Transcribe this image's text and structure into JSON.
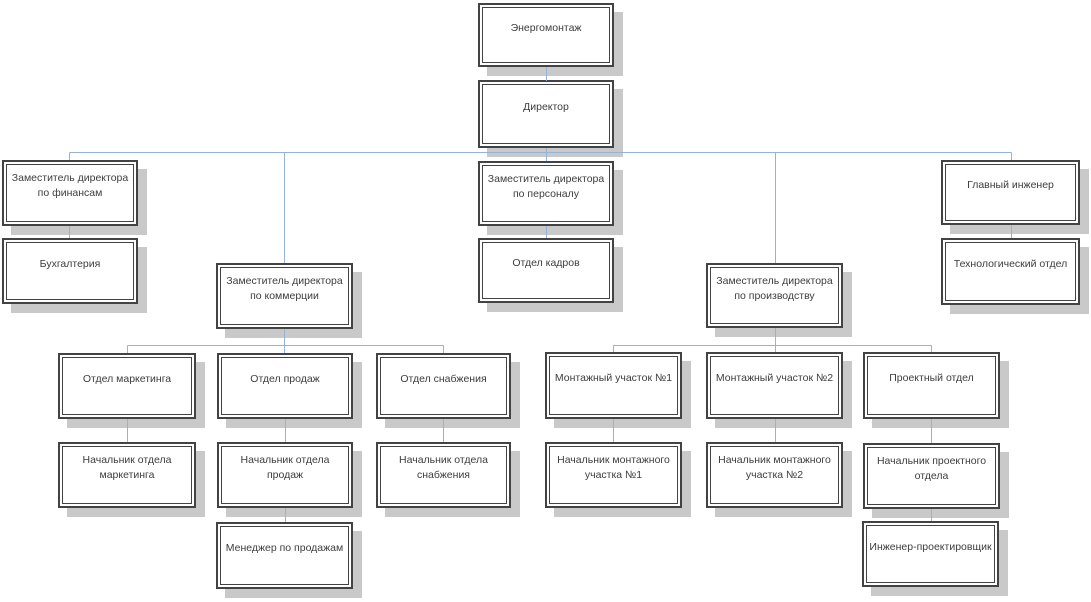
{
  "diagram": {
    "type": "org-chart",
    "nodes": {
      "company": {
        "label": "Энергомонтаж"
      },
      "director": {
        "label": "Директор"
      },
      "deputy_finance": {
        "label": "Заместитель директора по финансам"
      },
      "accounting": {
        "label": "Бухгалтерия"
      },
      "deputy_commerce": {
        "label": "Заместитель директора по коммерции"
      },
      "deputy_hr": {
        "label": "Заместитель директора по персоналу"
      },
      "hr_dept": {
        "label": "Отдел кадров"
      },
      "deputy_production": {
        "label": "Заместитель директора по производству"
      },
      "chief_engineer": {
        "label": "Главный инженер"
      },
      "tech_dept": {
        "label": "Технологический отдел"
      },
      "marketing_dept": {
        "label": "Отдел маркетинга"
      },
      "sales_dept": {
        "label": "Отдел продаж"
      },
      "supply_dept": {
        "label": "Отдел снабжения"
      },
      "site1": {
        "label": "Монтажный участок №1"
      },
      "site2": {
        "label": "Монтажный участок №2"
      },
      "design_dept": {
        "label": "Проектный отдел"
      },
      "marketing_head": {
        "label": "Начальник отдела маркетинга"
      },
      "sales_head": {
        "label": "Начальник отдела продаж"
      },
      "supply_head": {
        "label": "Начальник отдела снабжения"
      },
      "site1_head": {
        "label": "Начальник монтажного участка №1"
      },
      "site2_head": {
        "label": "Начальник монтажного участка №2"
      },
      "design_head": {
        "label": "Начальник проектного отдела"
      },
      "sales_manager": {
        "label": "Менеджер по продажам"
      },
      "design_engineer": {
        "label": "Инженер-проектировщик"
      }
    },
    "edges": [
      [
        "company",
        "director"
      ],
      [
        "director",
        "deputy_finance"
      ],
      [
        "director",
        "deputy_commerce"
      ],
      [
        "director",
        "deputy_hr"
      ],
      [
        "director",
        "deputy_production"
      ],
      [
        "director",
        "chief_engineer"
      ],
      [
        "deputy_finance",
        "accounting"
      ],
      [
        "deputy_hr",
        "hr_dept"
      ],
      [
        "chief_engineer",
        "tech_dept"
      ],
      [
        "deputy_commerce",
        "marketing_dept"
      ],
      [
        "deputy_commerce",
        "sales_dept"
      ],
      [
        "deputy_commerce",
        "supply_dept"
      ],
      [
        "deputy_production",
        "site1"
      ],
      [
        "deputy_production",
        "site2"
      ],
      [
        "deputy_production",
        "design_dept"
      ],
      [
        "marketing_dept",
        "marketing_head"
      ],
      [
        "sales_dept",
        "sales_head"
      ],
      [
        "supply_dept",
        "supply_head"
      ],
      [
        "site1",
        "site1_head"
      ],
      [
        "site2",
        "site2_head"
      ],
      [
        "design_dept",
        "design_head"
      ],
      [
        "sales_head",
        "sales_manager"
      ],
      [
        "design_head",
        "design_engineer"
      ]
    ],
    "colors": {
      "connector": "#95b3d7",
      "border": "#434343",
      "shadow": "#c9c9c9",
      "text": "#3d3d3d",
      "background": "#ffffff"
    }
  }
}
